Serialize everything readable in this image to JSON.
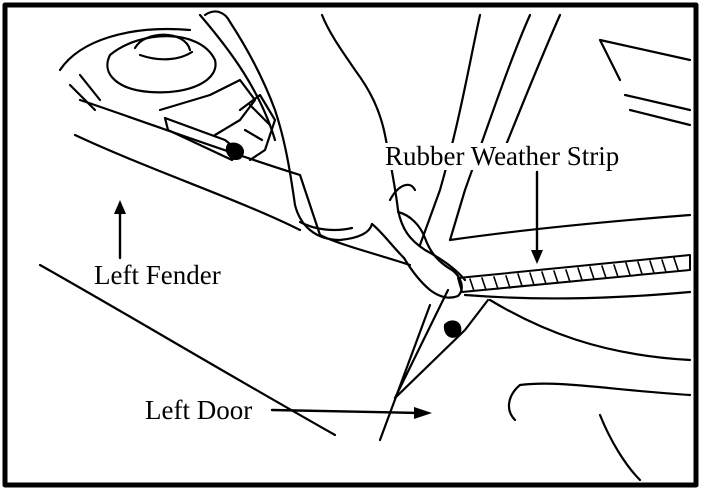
{
  "labels": {
    "weather_strip": "Rubber Weather Strip",
    "fender": "Left Fender",
    "door": "Left Door"
  },
  "colors": {
    "ink": "#000000",
    "paper": "#ffffff"
  }
}
